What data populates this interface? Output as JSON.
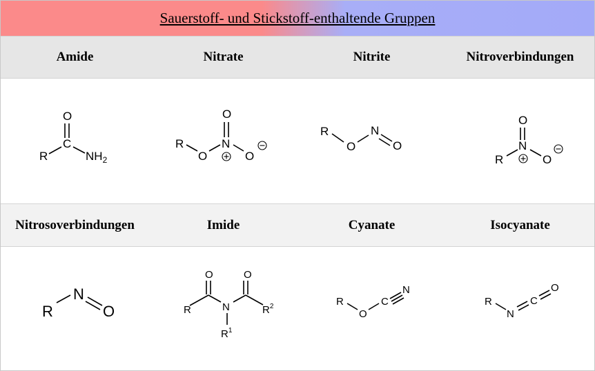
{
  "title": "Sauerstoff- und Stickstoff-enthaltende Gruppen",
  "row1": {
    "headers": [
      "Amide",
      "Nitrate",
      "Nitrite",
      "Nitroverbindungen"
    ]
  },
  "row2": {
    "headers": [
      "Nitrosoverbindungen",
      "Imide",
      "Cyanate",
      "Isocyanate"
    ]
  },
  "atoms": {
    "R": "R",
    "O": "O",
    "N": "N",
    "C": "C",
    "NH2_main": "NH",
    "NH2_sub": "2",
    "plus": "+",
    "minus": "−",
    "R1_main": "R",
    "R1_sup": "1",
    "R2_main": "R",
    "R2_sup": "2"
  }
}
